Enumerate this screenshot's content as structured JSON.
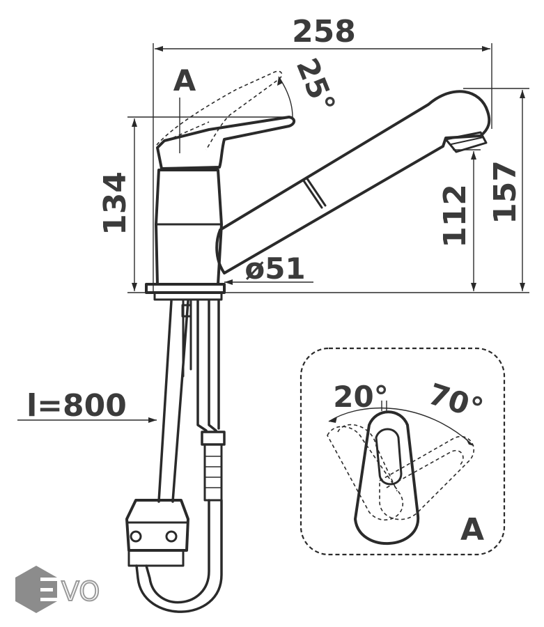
{
  "dimensions": {
    "width": "258",
    "height_body": "134",
    "height_total": "157",
    "height_spout": "112",
    "base_diameter": "ø51",
    "hose_length": "l=800",
    "lever_tilt": "25°",
    "rotation_left": "20°",
    "rotation_right": "70°"
  },
  "labels": {
    "view_marker_main": "A",
    "view_marker_detail": "A"
  },
  "logo": {
    "text": "VO"
  },
  "colors": {
    "line": "#2a2a2a",
    "dim_text": "#3b3b3b",
    "logo_gray": "#8c8c8c"
  }
}
